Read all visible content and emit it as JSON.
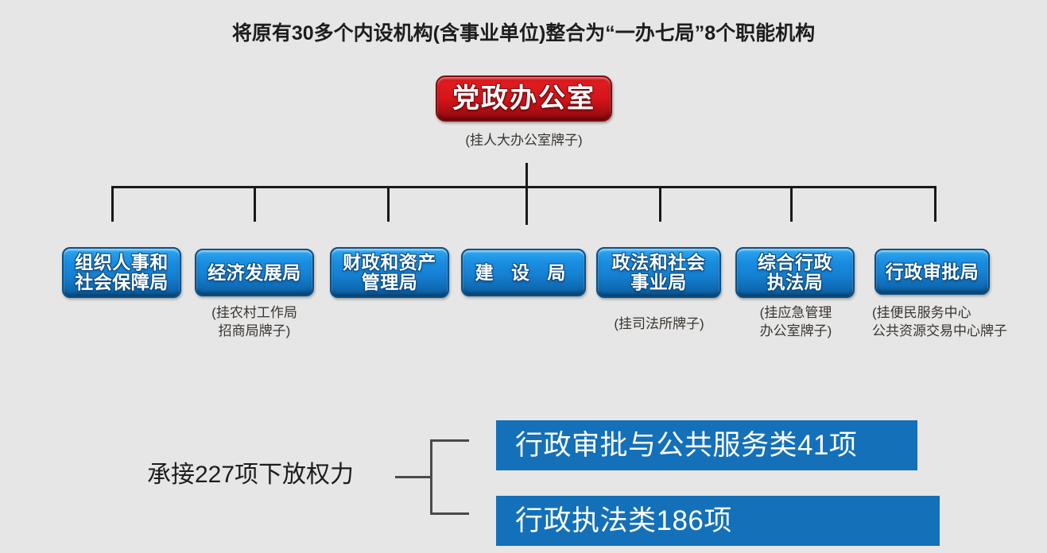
{
  "diagram": {
    "title": "将原有30多个内设机构(含事业单位)整合为“一办七局”8个职能机构",
    "background_color": "#e6e6e6",
    "line_color": "#17191a",
    "root": {
      "label": "党政办公室",
      "caption": "(挂人大办公室牌子)",
      "box_color": "#d4151a",
      "border_color": "#7e0d11",
      "text_color": "#ffffff"
    },
    "departments": [
      {
        "label": "组织人事和\n社会保障局",
        "caption": ""
      },
      {
        "label": "经济发展局",
        "caption": "(挂农村工作局\n招商局牌子)"
      },
      {
        "label": "财政和资产\n管理局",
        "caption": ""
      },
      {
        "label": "建 设 局",
        "caption": ""
      },
      {
        "label": "政法和社会\n事业局",
        "caption": "(挂司法所牌子)"
      },
      {
        "label": "综合行政\n执法局",
        "caption": "(挂应急管理\n办公室牌子)"
      },
      {
        "label": "行政审批局",
        "caption": "(挂便民服务中心\n公共资源交易中心牌子"
      }
    ],
    "department_box_color": "#1a8de0",
    "department_border_color": "#0a4f86",
    "bottom": {
      "label": "承接227项下放权力",
      "bracket_color": "#4a4a4a",
      "bar_color": "#1470b8",
      "items": [
        {
          "label": "行政审批与公共服务类41项"
        },
        {
          "label": "行政执法类186项"
        }
      ]
    }
  }
}
